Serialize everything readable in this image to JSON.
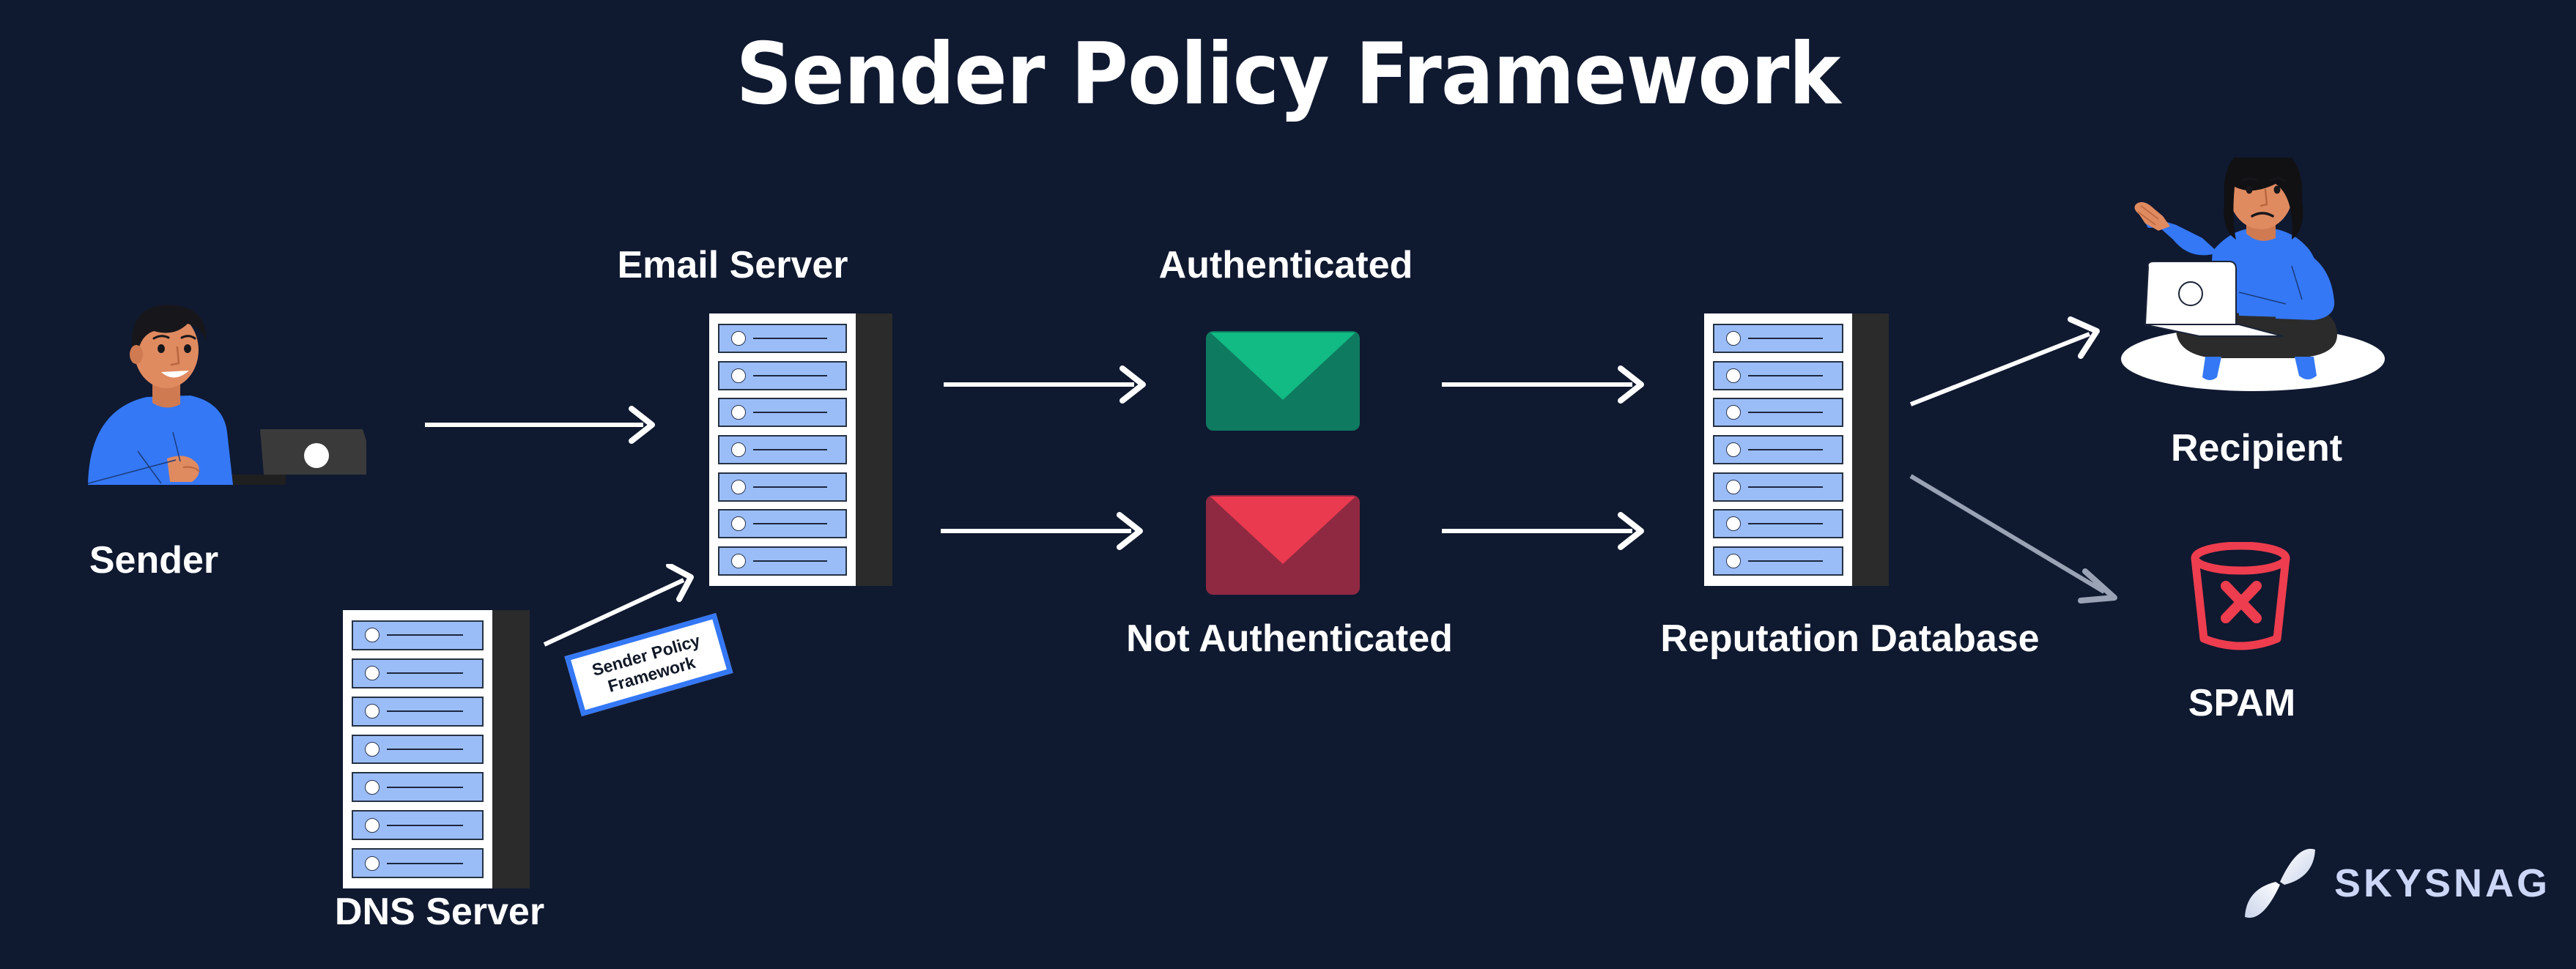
{
  "background_color": "#0f1930",
  "title": "Sender Policy Framework",
  "nodes": {
    "sender": "Sender",
    "dns_server": "DNS Server",
    "email_server": "Email Server",
    "authenticated": "Authenticated",
    "not_authenticated": "Not Authenticated",
    "reputation_database": "Reputation Database",
    "recipient": "Recipient",
    "spam": "SPAM"
  },
  "spf_card": {
    "line1": "Sender Policy",
    "line2": "Framework",
    "border_color": "#3478f6",
    "background": "#ffffff"
  },
  "colors": {
    "accent_blue": "#3478f6",
    "server_slot": "#9bbdf7",
    "envelope_green_body": "#0e7a5f",
    "envelope_green_flap": "#12ba84",
    "envelope_red_body": "#8f2941",
    "envelope_red_flap": "#ea3a4f",
    "spam_red": "#ee3d4e",
    "arrow_white": "#ffffff",
    "arrow_gray": "#9aa3b5",
    "skin": "#e08a60",
    "laptop_dark": "#2e2e2e",
    "text_white": "#ffffff",
    "logo_text": "#ccd6f6"
  },
  "brand": {
    "name": "SKYSNAG"
  },
  "flow": [
    {
      "from": "Sender",
      "to": "Email Server",
      "style": "straight-white"
    },
    {
      "from": "DNS Server",
      "to": "Email Server",
      "style": "diagonal-white",
      "label": "Sender Policy Framework"
    },
    {
      "from": "Email Server",
      "to": "Authenticated",
      "style": "straight-white"
    },
    {
      "from": "Email Server",
      "to": "Not Authenticated",
      "style": "straight-white"
    },
    {
      "from": "Authenticated",
      "to": "Reputation Database",
      "style": "straight-white"
    },
    {
      "from": "Not Authenticated",
      "to": "Reputation Database",
      "style": "straight-white"
    },
    {
      "from": "Reputation Database",
      "to": "Recipient",
      "style": "diagonal-white"
    },
    {
      "from": "Reputation Database",
      "to": "SPAM",
      "style": "diagonal-gray"
    }
  ],
  "server_slot_count": 7
}
